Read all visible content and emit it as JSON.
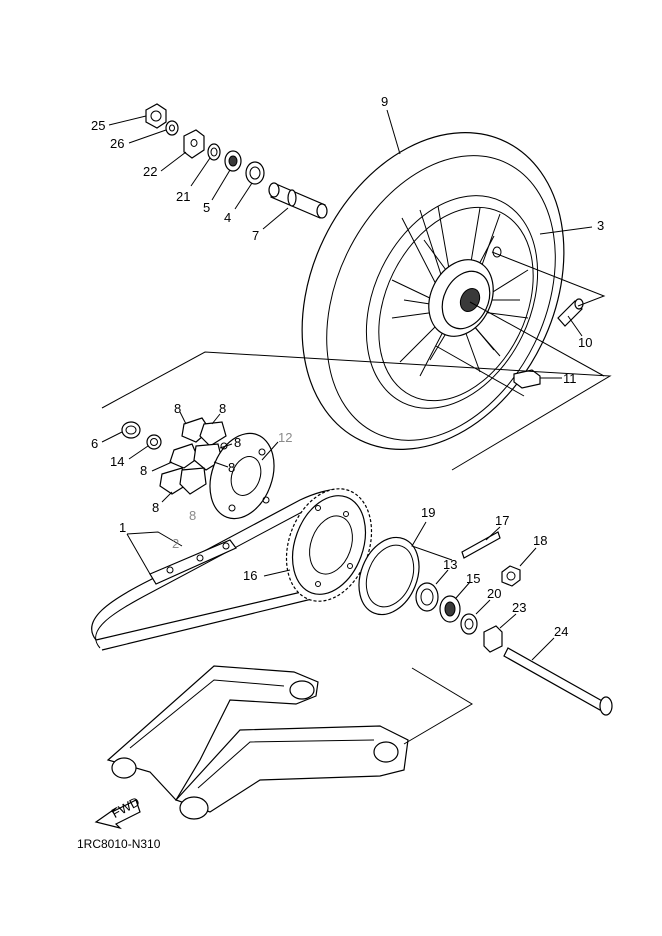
{
  "diagram": {
    "code": "1RC8010-N310",
    "fwd_label": "FWD",
    "labels": {
      "p1": "1",
      "p2": "2",
      "p3": "3",
      "p4": "4",
      "p5": "5",
      "p6": "6",
      "p7": "7",
      "p8": "8",
      "p9": "9",
      "p10": "10",
      "p11": "11",
      "p12": "12",
      "p13": "13",
      "p14": "14",
      "p15": "15",
      "p16": "16",
      "p17": "17",
      "p18": "18",
      "p19": "19",
      "p20": "20",
      "p21": "21",
      "p22": "22",
      "p23": "23",
      "p24": "24",
      "p25": "25",
      "p26": "26"
    }
  }
}
